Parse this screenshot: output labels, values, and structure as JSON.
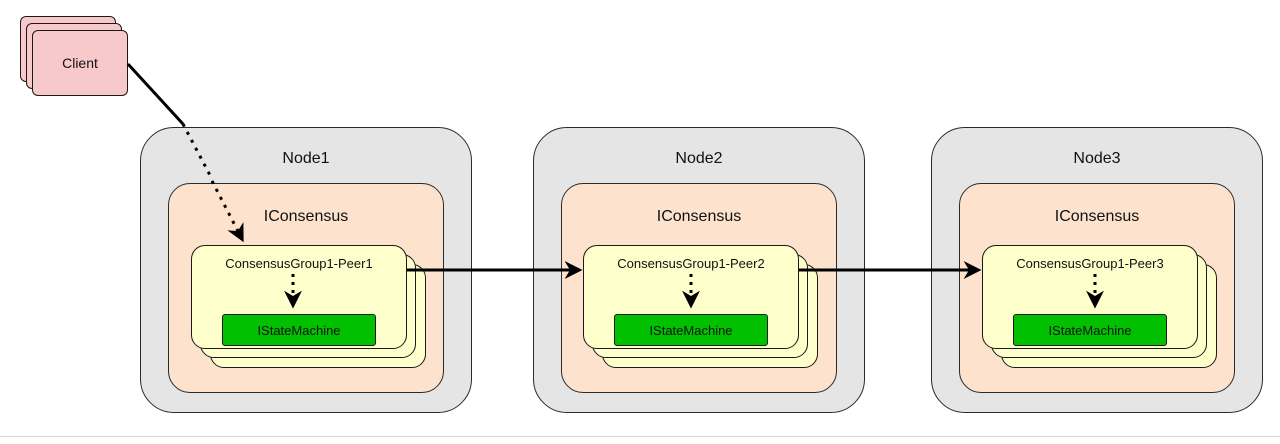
{
  "client": {
    "label": "Client"
  },
  "nodes": [
    {
      "title": "Node1",
      "consensus_label": "IConsensus",
      "peer_label": "ConsensusGroup1-Peer1",
      "state_machine_label": "IStateMachine"
    },
    {
      "title": "Node2",
      "consensus_label": "IConsensus",
      "peer_label": "ConsensusGroup1-Peer2",
      "state_machine_label": "IStateMachine"
    },
    {
      "title": "Node3",
      "consensus_label": "IConsensus",
      "peer_label": "ConsensusGroup1-Peer3",
      "state_machine_label": "IStateMachine"
    }
  ],
  "colors": {
    "client_fill": "#f8c9cb",
    "node_fill": "#e5e5e5",
    "consensus_fill": "#fde3cd",
    "peer_fill": "#ffffcc",
    "state_machine_fill": "#00c000",
    "stroke": "#000000"
  }
}
